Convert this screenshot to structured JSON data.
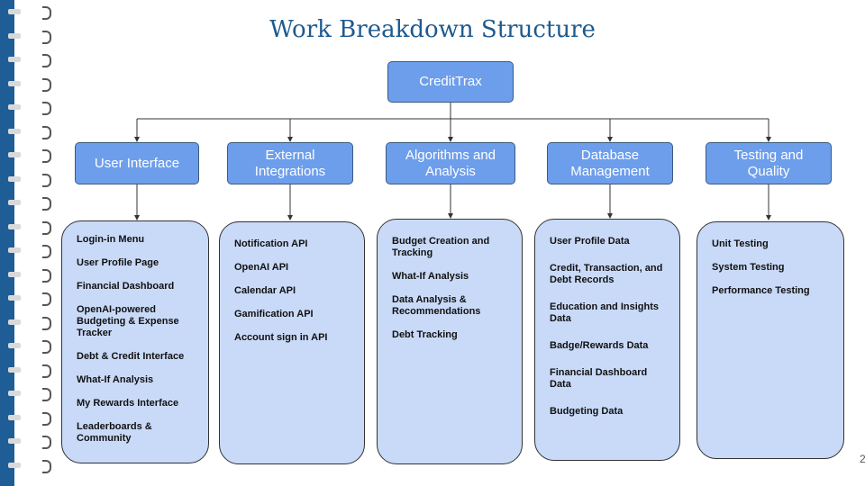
{
  "title": "Work Breakdown Structure",
  "root": "CreditTrax",
  "page_number": "2",
  "categories": [
    {
      "label": "User Interface",
      "items": [
        "Login-in Menu",
        "User Profile Page",
        "Financial Dashboard",
        "OpenAI-powered Budgeting & Expense Tracker",
        "Debt & Credit Interface",
        "What-If Analysis",
        "My Rewards Interface",
        "Leaderboards & Community"
      ]
    },
    {
      "label": "External Integrations",
      "items": [
        "Notification API",
        "OpenAI API",
        "Calendar API",
        "Gamification API",
        "Account sign in API"
      ]
    },
    {
      "label": "Algorithms and Analysis",
      "items": [
        "Budget Creation and Tracking",
        "What-If Analysis",
        "Data Analysis & Recommendations",
        "Debt Tracking"
      ]
    },
    {
      "label": "Database Management",
      "items": [
        "User Profile Data",
        "Credit, Transaction, and Debt Records",
        "Education and Insights Data",
        "Badge/Rewards Data",
        "Financial Dashboard Data",
        "Budgeting Data"
      ]
    },
    {
      "label": "Testing and Quality",
      "items": [
        "Unit Testing",
        "System Testing",
        "Performance Testing"
      ]
    }
  ]
}
